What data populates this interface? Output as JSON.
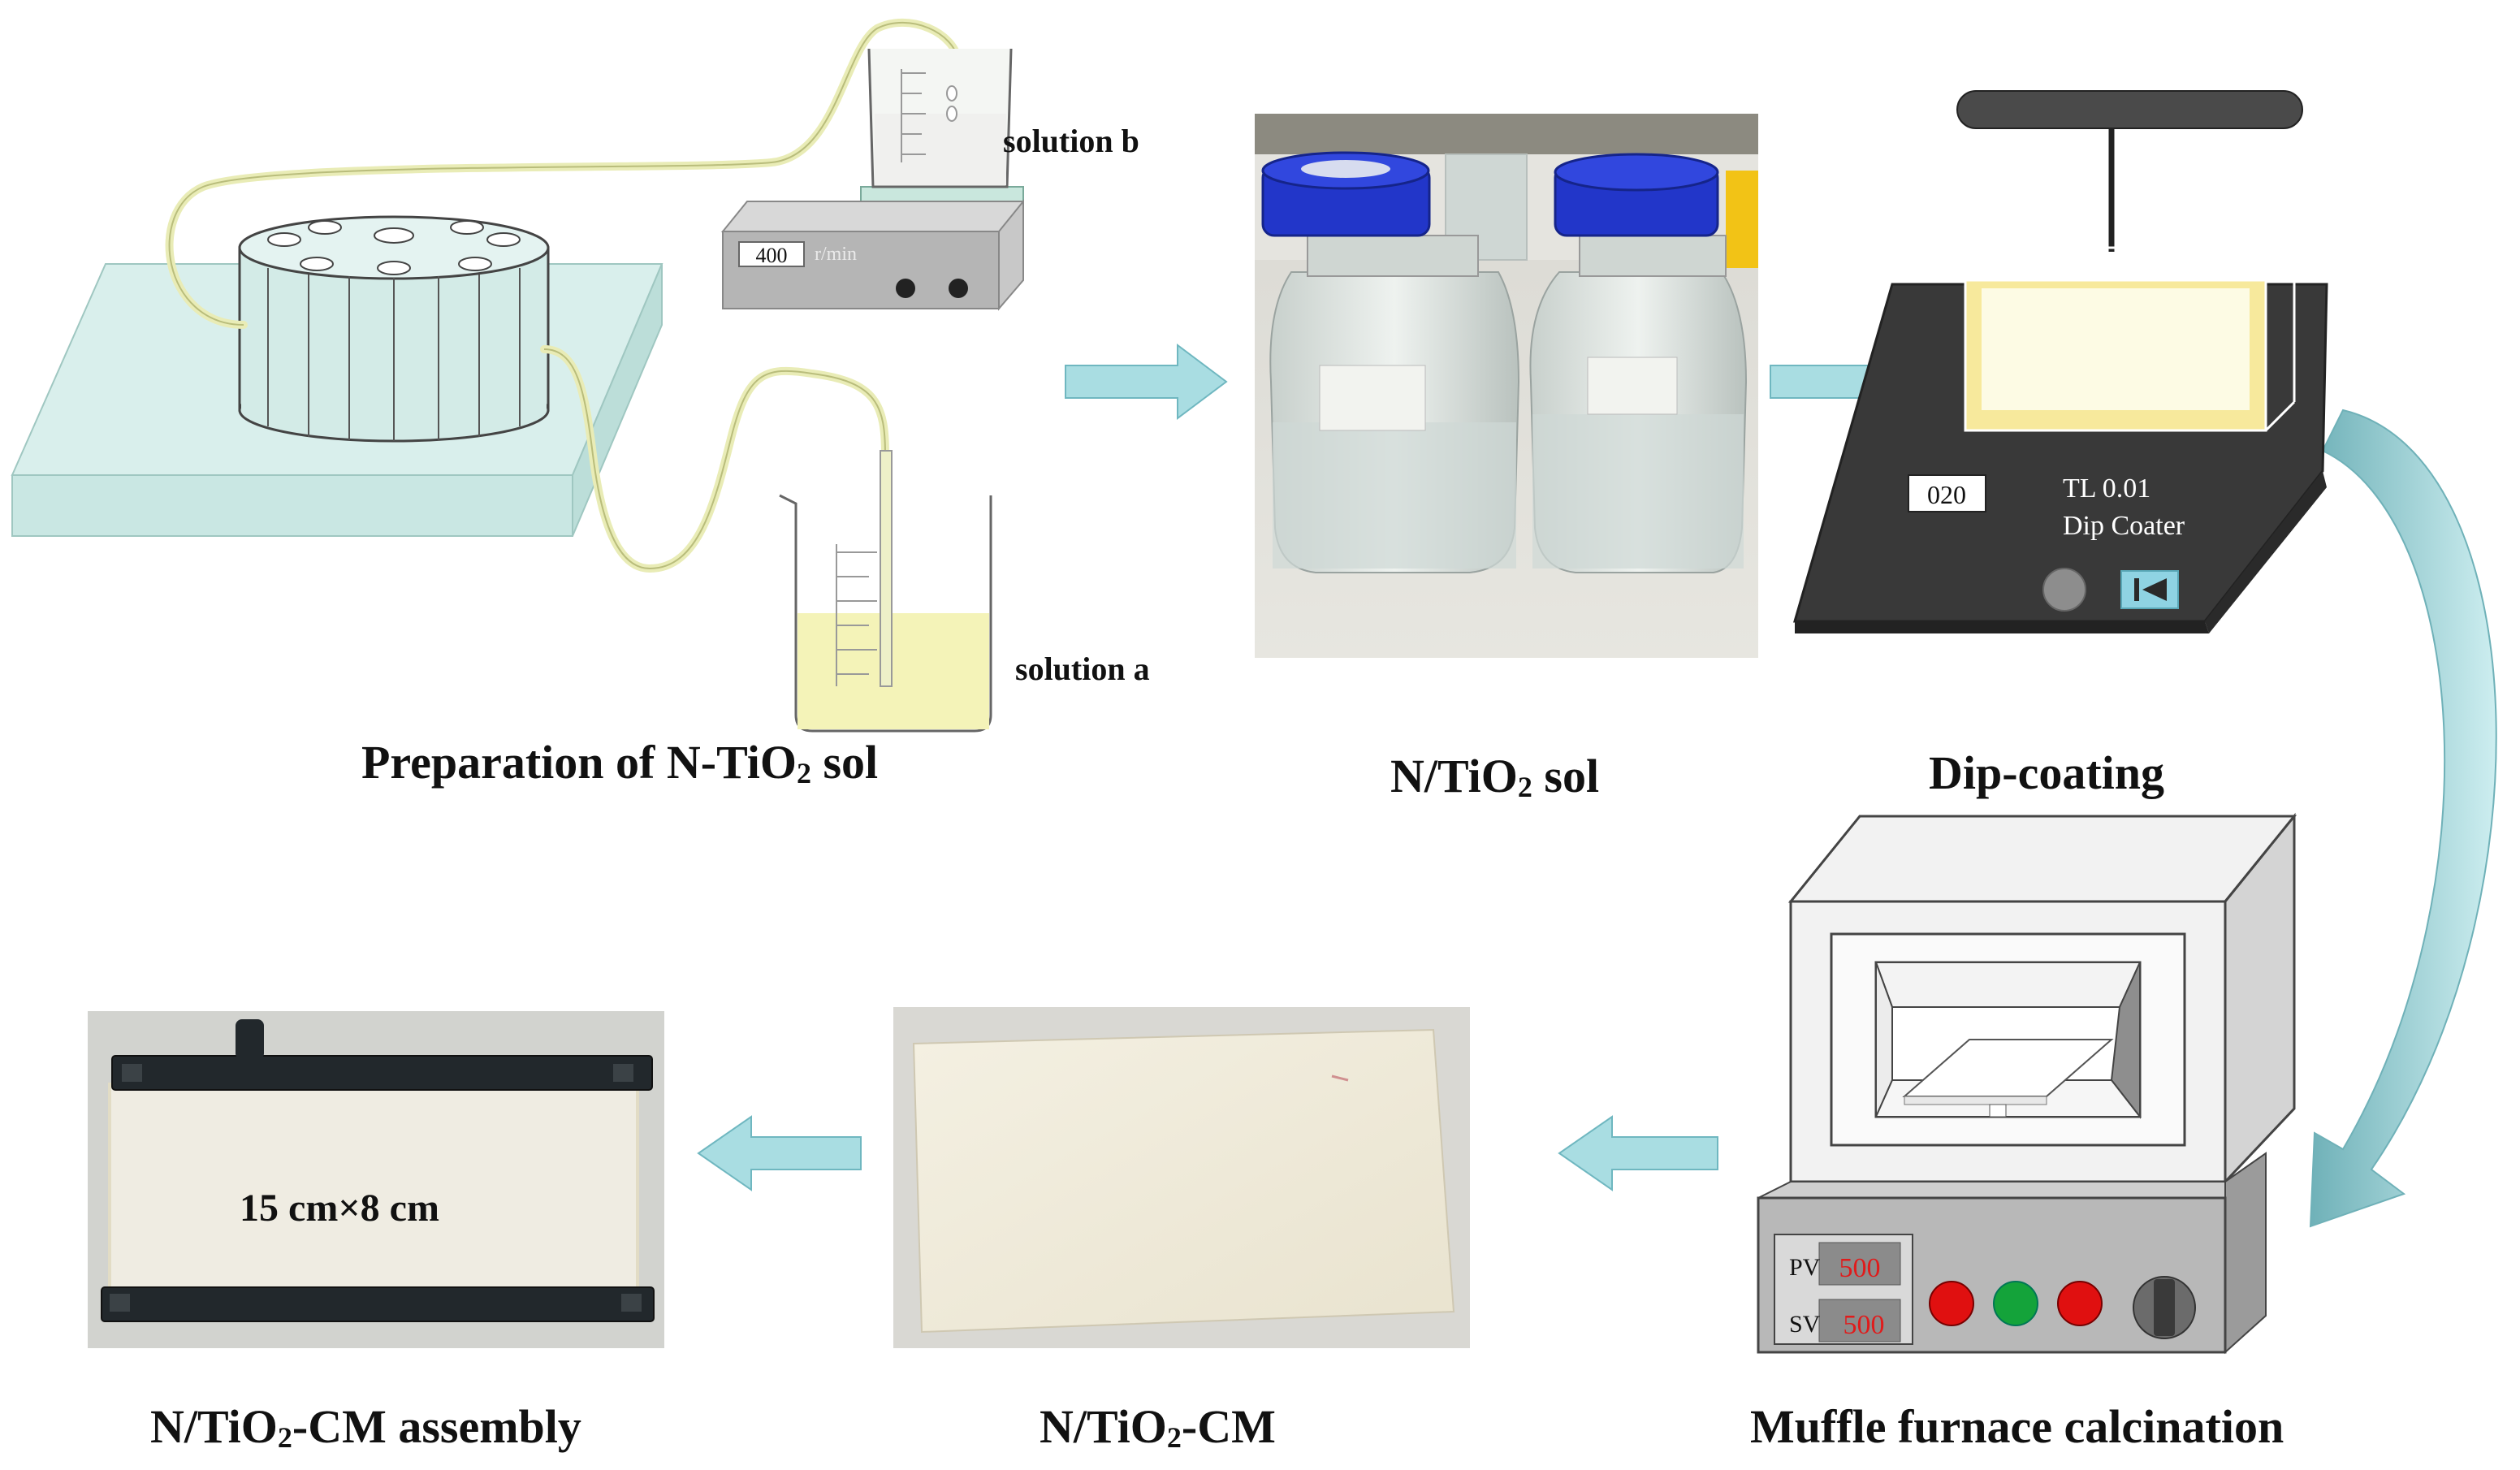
{
  "steps": {
    "preparation": {
      "title_pre": "Preparation of N-TiO",
      "title_sub": "2",
      "title_post": " sol"
    },
    "sol": {
      "title_pre": "N/TiO",
      "title_sub": "2",
      "title_post": " sol"
    },
    "dip": {
      "title": "Dip-coating"
    },
    "furnace": {
      "title": "Muffle furnace calcination"
    },
    "membrane": {
      "title_pre": "N/TiO",
      "title_sub": "2",
      "title_post": "-CM"
    },
    "assembly": {
      "title_pre": "N/TiO",
      "title_sub": "2",
      "title_post": "-CM assembly"
    }
  },
  "labels": {
    "solution_b": "solution b",
    "solution_a": "solution a",
    "stirrer_speed": "400",
    "stirrer_unit": "r/min",
    "dip_counter": "020",
    "dip_model": "TL 0.01",
    "dip_name": "Dip Coater",
    "pv_label": "PV",
    "pv_value": "500",
    "sv_label": "SV",
    "sv_value": "500",
    "size": "15 cm×8 cm"
  },
  "colors": {
    "arrow": "#a9dde2",
    "arrow_stroke": "#6fb7c0",
    "tray": "#d9efec",
    "solution": "#f4f3b8",
    "display_red": "#e01b1b",
    "button_red": "#e01010",
    "button_green": "#14a33a",
    "bottle_cap": "#2236c9"
  }
}
